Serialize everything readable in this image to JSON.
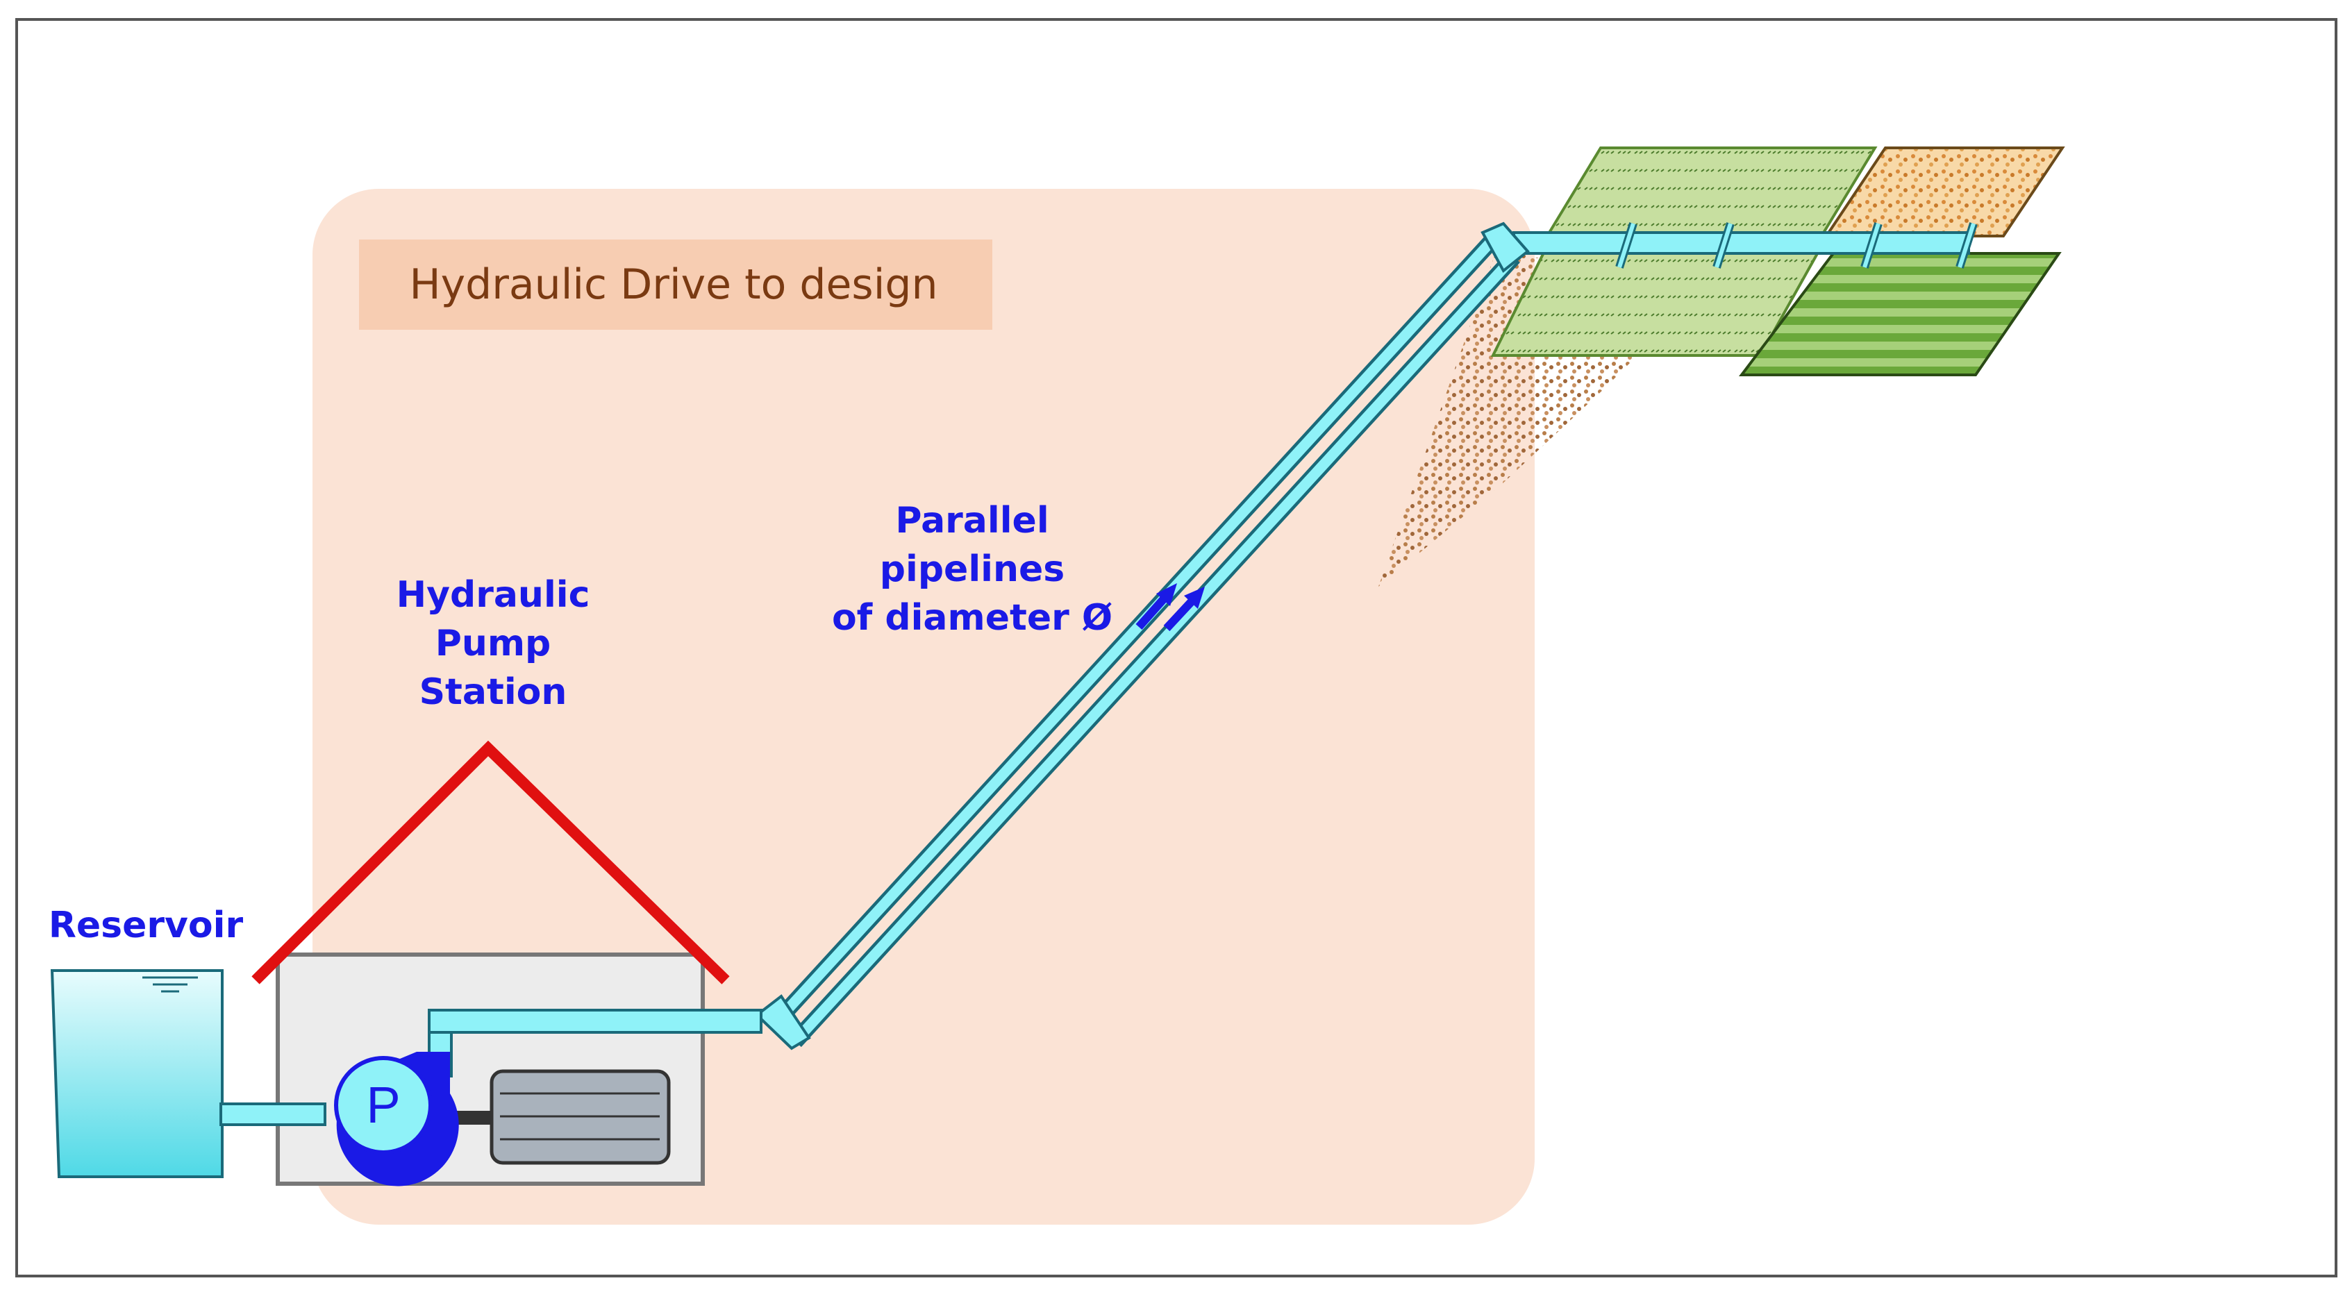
{
  "diagram": {
    "title": "Hydraulic Drive to design",
    "pump_station_label": [
      "Hydraulic",
      "Pump",
      "Station"
    ],
    "pipelines_label": [
      "Parallel",
      "pipelines",
      "of diameter Ø"
    ],
    "reservoir_label": "Reservoir",
    "pump_symbol": "P"
  },
  "colors": {
    "frame": "#555555",
    "zone_fill": "#fbe3d5",
    "title_box": "#f7cdb2",
    "title_text": "#7a3a12",
    "label_blue": "#1a1ae6",
    "roof_red": "#e01010",
    "house_fill": "#ececec",
    "pipe_fill": "#8ff2f8",
    "pump_blue": "#1a1ae6",
    "motor_grey": "#a9b2bc",
    "field_green_light": "#c7dfa0",
    "field_green_dark": "#7fb74d",
    "field_sand": "#f8d9a8"
  }
}
